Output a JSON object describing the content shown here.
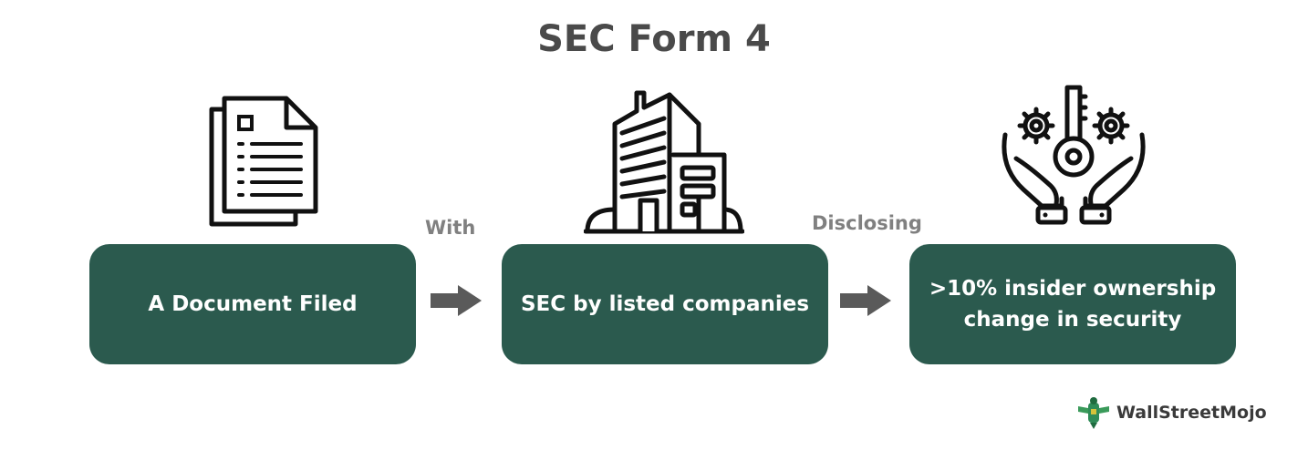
{
  "title": "SEC Form 4",
  "steps": [
    {
      "lines": [
        "A Document Filed"
      ],
      "icon": "document-icon"
    },
    {
      "lines": [
        "SEC by listed companies"
      ],
      "icon": "office-building-icon"
    },
    {
      "lines": [
        ">10% insider ownership",
        "change in security"
      ],
      "icon": "hands-key-gears-icon"
    }
  ],
  "connectors": [
    "With",
    "Disclosing"
  ],
  "brand": {
    "name": "WallStreetMojo",
    "icon": "wallstreetmojo-logo-icon"
  },
  "colors": {
    "box": "#2b5a4e",
    "title": "#4a4a4a",
    "connector_text": "#808080",
    "arrow": "#5a5a5a",
    "icon_stroke": "#111111"
  }
}
